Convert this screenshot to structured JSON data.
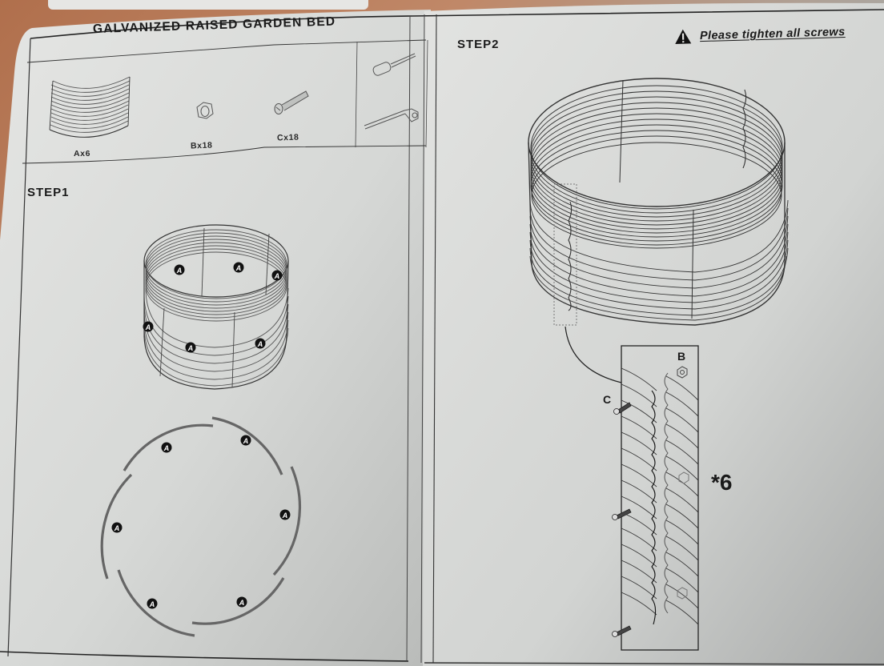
{
  "document": {
    "title": "GALVANIZED RAISED GARDEN BED",
    "parts": [
      {
        "id": "A",
        "label": "Ax6",
        "name": "curved-panel",
        "quantity": 6
      },
      {
        "id": "B",
        "label": "Bx18",
        "name": "nut",
        "quantity": 18
      },
      {
        "id": "C",
        "label": "Cx18",
        "name": "bolt",
        "quantity": 18
      }
    ],
    "tools": [
      {
        "name": "screwdriver-icon"
      },
      {
        "name": "wrench-icon"
      }
    ],
    "step1": {
      "label": "STEP1",
      "panel_marker": "A",
      "panel_count": 6
    },
    "step2": {
      "label": "STEP2",
      "warning": {
        "icon": "warning-triangle-icon",
        "text": "Please tighten all screws"
      },
      "detail": {
        "callout_b": "B",
        "callout_c": "C",
        "multiplier": "*6"
      }
    }
  },
  "colors": {
    "paper": "#dcdedc",
    "ink": "#1a1a1a",
    "background_surface": "#b4785a"
  }
}
